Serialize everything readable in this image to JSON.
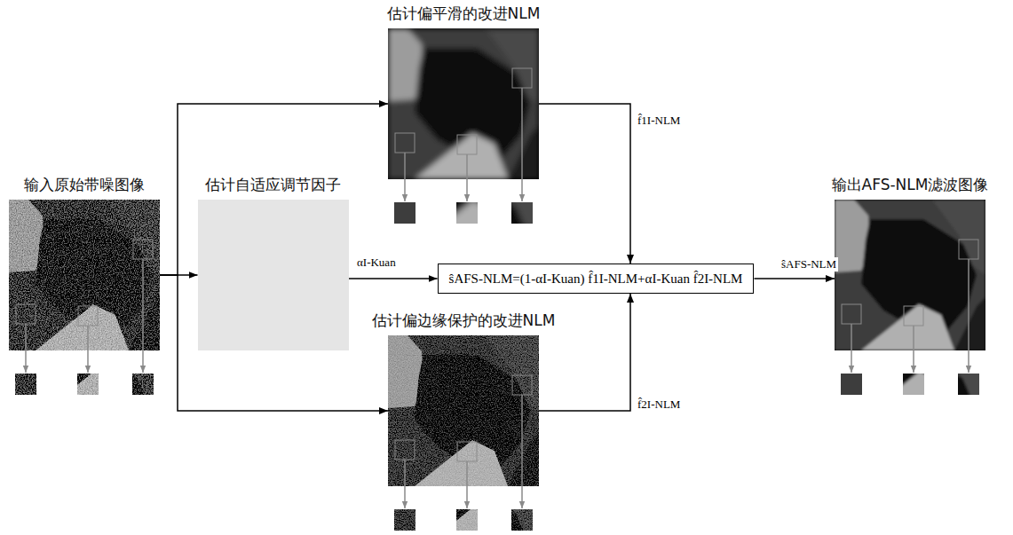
{
  "diagram": {
    "nodes": [
      {
        "text": [
          "输入原始带噪图像"
        ]
      },
      {
        "text": [
          "估计自适应调节因子"
        ]
      },
      {
        "text": [
          "估计偏平滑的改进NLM"
        ]
      },
      {
        "text": [
          "估计偏边缘保护的改进NLM"
        ]
      },
      {
        "text": [
          "ŝAFS-NLM=(1-αI-Kuan) f̂1I-NLM+αI-Kuan f̂2I-NLM"
        ]
      },
      {
        "text": [
          "输出AFS-NLM滤波图像"
        ]
      }
    ],
    "edges": [
      {
        "from": 0,
        "to": 1,
        "arrow": "to"
      },
      {
        "from": 0,
        "to": 2,
        "arrow": "to"
      },
      {
        "from": 0,
        "to": 3,
        "arrow": "to"
      },
      {
        "from": 1,
        "to": 4,
        "arrow": "to",
        "label": "αI-Kuan"
      },
      {
        "from": 2,
        "to": 4,
        "arrow": "to",
        "label": "f̂1I-NLM"
      },
      {
        "from": 3,
        "to": 4,
        "arrow": "to",
        "label": "f̂2I-NLM"
      },
      {
        "from": 4,
        "to": 5,
        "arrow": "to",
        "label": "ŝAFS-NLM"
      }
    ]
  }
}
